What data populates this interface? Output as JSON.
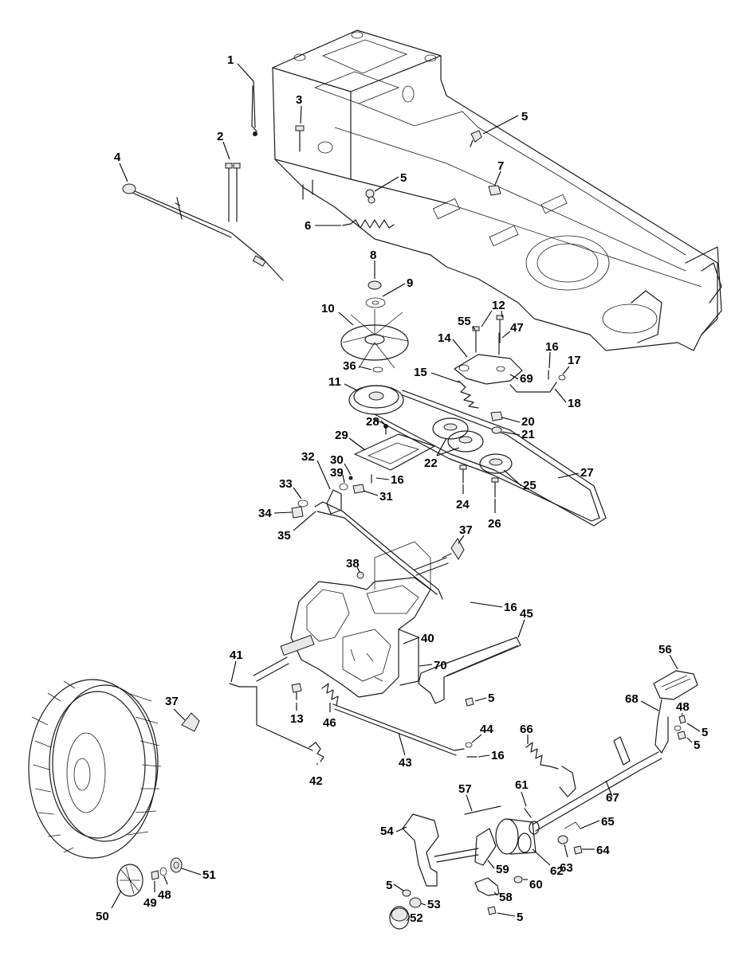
{
  "callouts": [
    {
      "id": "c1",
      "label": "1"
    },
    {
      "id": "c2",
      "label": "2"
    },
    {
      "id": "c3",
      "label": "3"
    },
    {
      "id": "c4",
      "label": "4"
    },
    {
      "id": "c5a",
      "label": "5"
    },
    {
      "id": "c5b",
      "label": "5"
    },
    {
      "id": "c5c",
      "label": "5"
    },
    {
      "id": "c5d",
      "label": "5"
    },
    {
      "id": "c5e",
      "label": "5"
    },
    {
      "id": "c5f",
      "label": "5"
    },
    {
      "id": "c5g",
      "label": "5"
    },
    {
      "id": "c6",
      "label": "6"
    },
    {
      "id": "c7",
      "label": "7"
    },
    {
      "id": "c8",
      "label": "8"
    },
    {
      "id": "c9",
      "label": "9"
    },
    {
      "id": "c10",
      "label": "10"
    },
    {
      "id": "c11",
      "label": "11"
    },
    {
      "id": "c12",
      "label": "12"
    },
    {
      "id": "c13",
      "label": "13"
    },
    {
      "id": "c14",
      "label": "14"
    },
    {
      "id": "c15",
      "label": "15"
    },
    {
      "id": "c16a",
      "label": "16"
    },
    {
      "id": "c16b",
      "label": "16"
    },
    {
      "id": "c16c",
      "label": "16"
    },
    {
      "id": "c16d",
      "label": "16"
    },
    {
      "id": "c17",
      "label": "17"
    },
    {
      "id": "c18",
      "label": "18"
    },
    {
      "id": "c20",
      "label": "20"
    },
    {
      "id": "c21",
      "label": "21"
    },
    {
      "id": "c22",
      "label": "22"
    },
    {
      "id": "c24",
      "label": "24"
    },
    {
      "id": "c25",
      "label": "25"
    },
    {
      "id": "c26",
      "label": "26"
    },
    {
      "id": "c27",
      "label": "27"
    },
    {
      "id": "c28",
      "label": "28"
    },
    {
      "id": "c29",
      "label": "29"
    },
    {
      "id": "c30",
      "label": "30"
    },
    {
      "id": "c31",
      "label": "31"
    },
    {
      "id": "c32",
      "label": "32"
    },
    {
      "id": "c33",
      "label": "33"
    },
    {
      "id": "c34",
      "label": "34"
    },
    {
      "id": "c35",
      "label": "35"
    },
    {
      "id": "c36",
      "label": "36"
    },
    {
      "id": "c37a",
      "label": "37"
    },
    {
      "id": "c37b",
      "label": "37"
    },
    {
      "id": "c38",
      "label": "38"
    },
    {
      "id": "c39",
      "label": "39"
    },
    {
      "id": "c40",
      "label": "40"
    },
    {
      "id": "c41",
      "label": "41"
    },
    {
      "id": "c42",
      "label": "42"
    },
    {
      "id": "c43",
      "label": "43"
    },
    {
      "id": "c44",
      "label": "44"
    },
    {
      "id": "c45",
      "label": "45"
    },
    {
      "id": "c46",
      "label": "46"
    },
    {
      "id": "c47",
      "label": "47"
    },
    {
      "id": "c48a",
      "label": "48"
    },
    {
      "id": "c48b",
      "label": "48"
    },
    {
      "id": "c49",
      "label": "49"
    },
    {
      "id": "c50",
      "label": "50"
    },
    {
      "id": "c51",
      "label": "51"
    },
    {
      "id": "c52",
      "label": "52"
    },
    {
      "id": "c53",
      "label": "53"
    },
    {
      "id": "c54",
      "label": "54"
    },
    {
      "id": "c55",
      "label": "55"
    },
    {
      "id": "c56",
      "label": "56"
    },
    {
      "id": "c57",
      "label": "57"
    },
    {
      "id": "c58",
      "label": "58"
    },
    {
      "id": "c59",
      "label": "59"
    },
    {
      "id": "c60",
      "label": "60"
    },
    {
      "id": "c61",
      "label": "61"
    },
    {
      "id": "c62",
      "label": "62"
    },
    {
      "id": "c63",
      "label": "63"
    },
    {
      "id": "c64",
      "label": "64"
    },
    {
      "id": "c65",
      "label": "65"
    },
    {
      "id": "c66",
      "label": "66"
    },
    {
      "id": "c67",
      "label": "67"
    },
    {
      "id": "c68",
      "label": "68"
    },
    {
      "id": "c69",
      "label": "69"
    },
    {
      "id": "c70",
      "label": "70"
    }
  ]
}
